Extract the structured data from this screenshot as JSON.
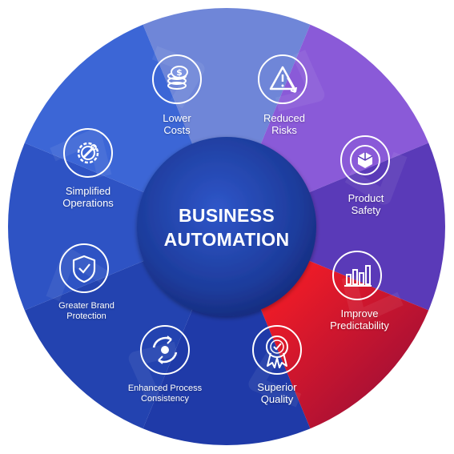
{
  "center": {
    "line1": "BUSINESS",
    "line2": "AUTOMATION"
  },
  "segments": [
    {
      "line1": "Lower",
      "line2": "Costs",
      "icon": "coins-dollar-icon"
    },
    {
      "line1": "Reduced",
      "line2": "Risks",
      "icon": "warning-triangle-icon"
    },
    {
      "line1": "Product",
      "line2": "Safety",
      "icon": "shield-box-icon"
    },
    {
      "line1": "Improve",
      "line2": "Predictability",
      "icon": "bar-chart-icon"
    },
    {
      "line1": "Superior",
      "line2": "Quality",
      "icon": "award-badge-icon"
    },
    {
      "line1": "Enhanced Process",
      "line2": "Consistency",
      "icon": "cycle-arrows-icon"
    },
    {
      "line1": "Greater Brand",
      "line2": "Protection",
      "icon": "shield-check-icon"
    },
    {
      "line1": "Simplified",
      "line2": "Operations",
      "icon": "gear-wrench-icon"
    }
  ],
  "colors": {
    "lower_costs": "#6f86d8",
    "reduced_risks": "#8a5ad8",
    "product_safety": "#5a3ab8",
    "improve_predictability": "#d1121c",
    "superior_quality": "#1f3aa8",
    "enhanced_consistency": "#2343b0",
    "greater_brand": "#2e53c4",
    "simplified_operations": "#3c66d6",
    "center": "#1d3c9c"
  }
}
